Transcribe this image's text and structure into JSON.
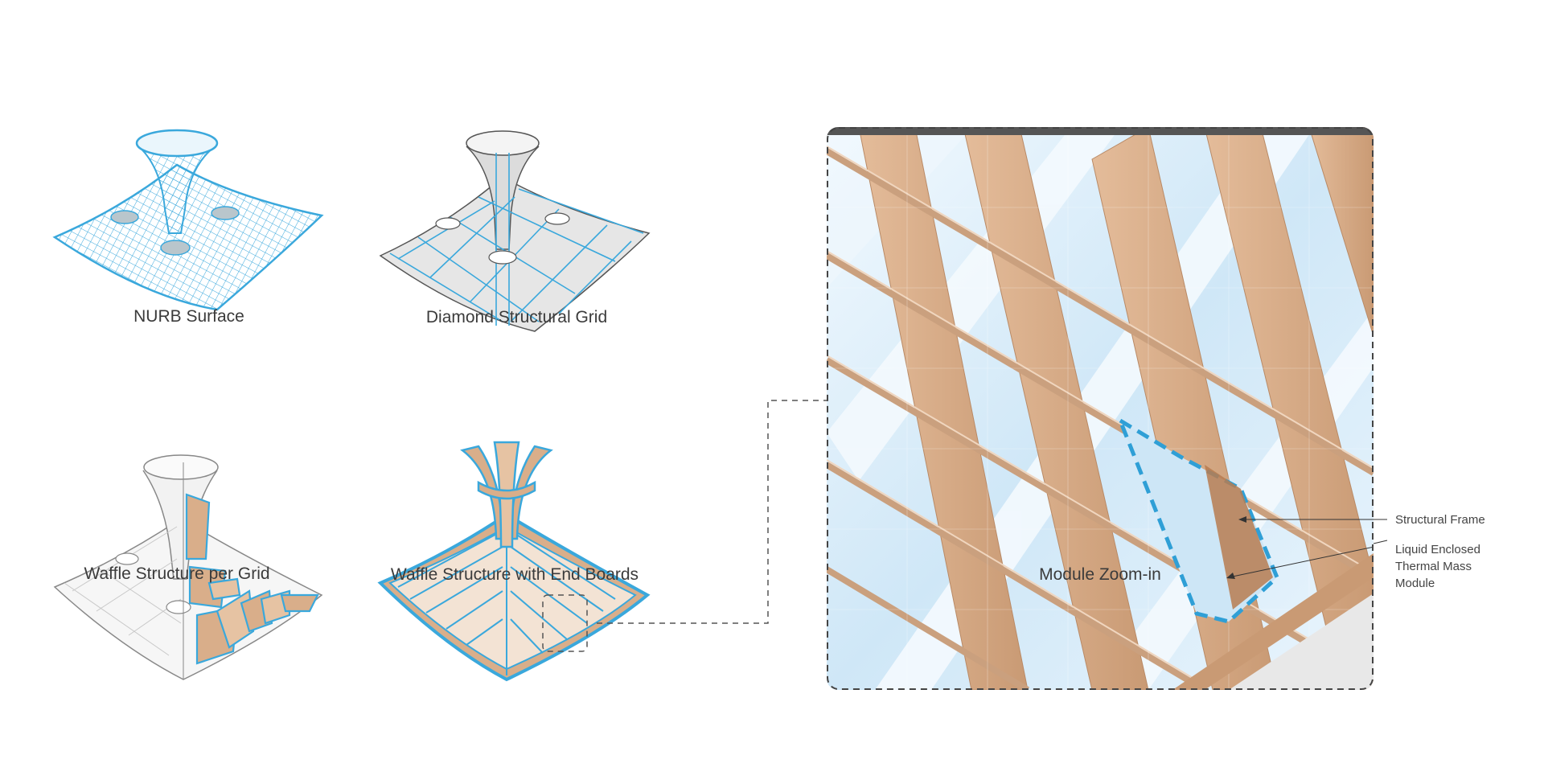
{
  "captions": {
    "nurb": "NURB Surface",
    "diamond": "Diamond Structural Grid",
    "waffle_grid": "Waffle Structure per Grid",
    "waffle_end": "Waffle Structure with End Boards",
    "zoom": "Module Zoom-in"
  },
  "annotations": {
    "frame": "Structural Frame",
    "module_line1": "Liquid Enclosed",
    "module_line2": "Thermal Mass",
    "module_line3": "Module"
  },
  "colors": {
    "grid_blue": "#3aa8dc",
    "wood": "#d9ae8a",
    "wood_dark": "#b98a66",
    "glass": "#d8ecf8",
    "surface_grey": "#e6e6e6",
    "dash": "#555555"
  }
}
